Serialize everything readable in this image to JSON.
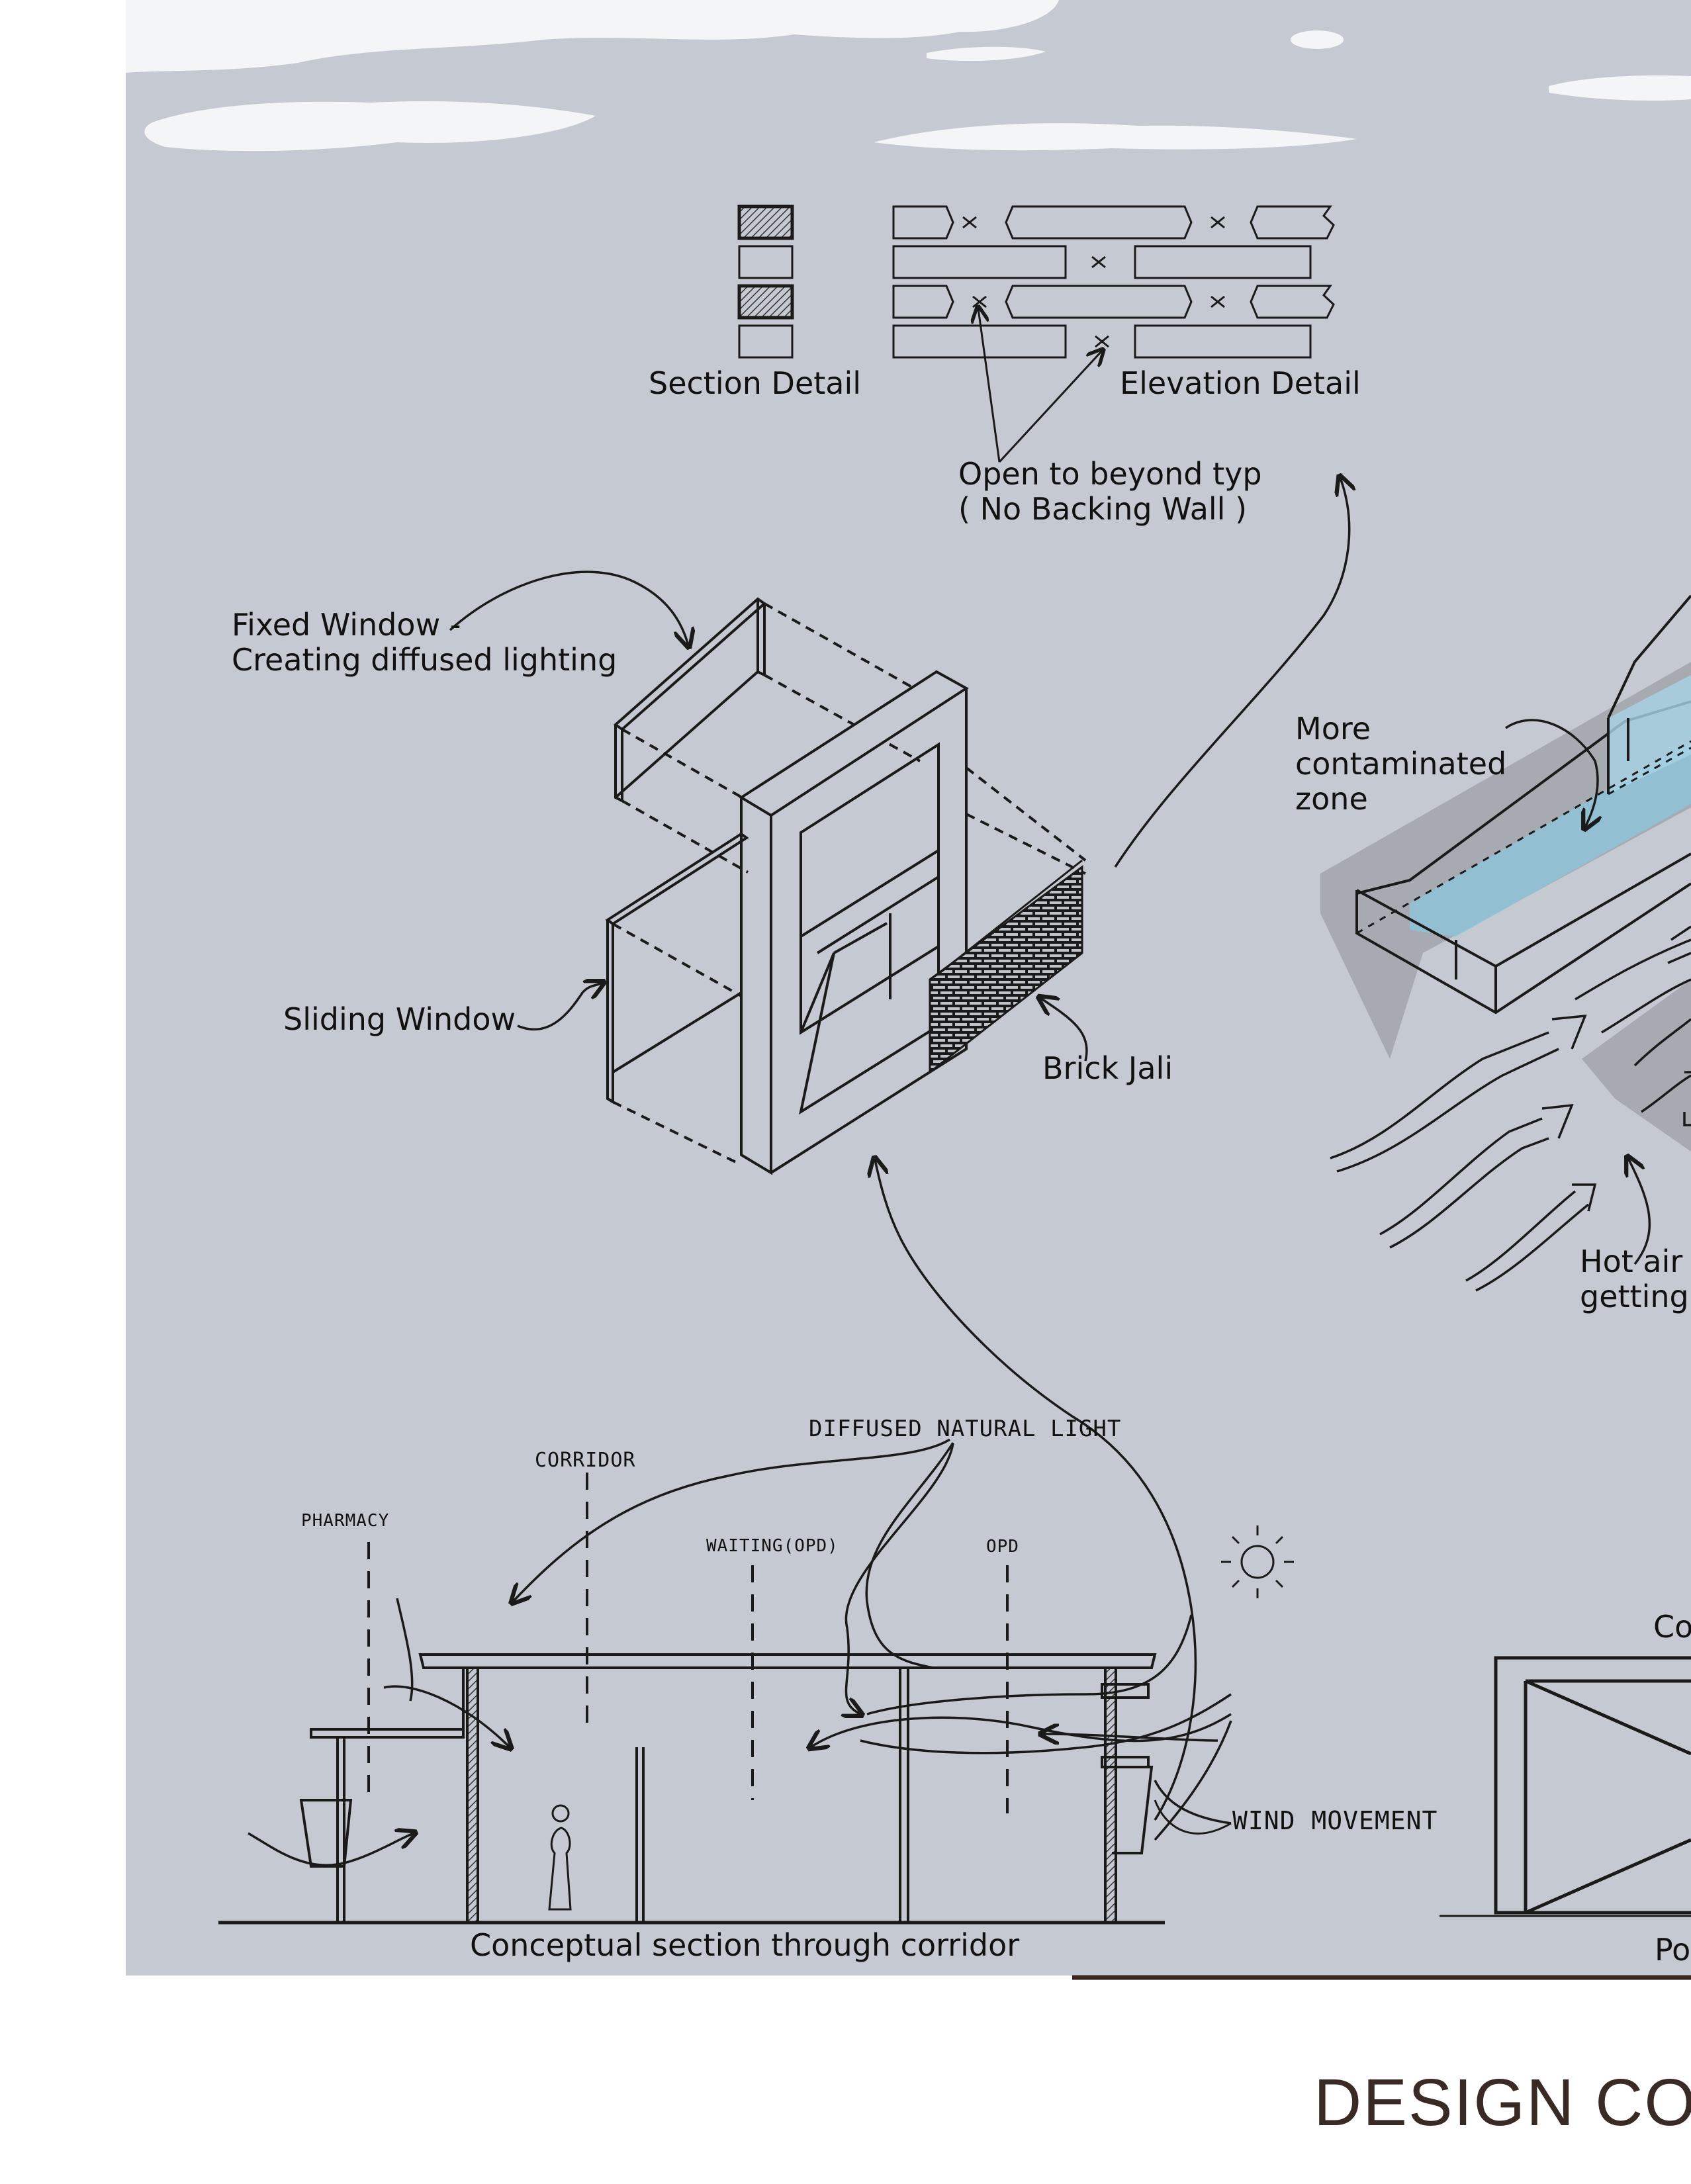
{
  "colors": {
    "paper": "#c5c9d1",
    "ink": "#1a1a1a",
    "glass": "#8fc4dc",
    "shadow": "#9ea2a8",
    "brown_rule": "#3a2520",
    "cloud": "#f4f5f7"
  },
  "top_detail": {
    "section_label": "Section Detail",
    "elevation_label": "Elevation Detail",
    "note_line1": "Open to beyond typ",
    "note_line2": "( No Backing Wall )"
  },
  "iso_window": {
    "fixed_line1": "Fixed Window -",
    "fixed_line2": "Creating diffused lighting",
    "sliding": "Sliding Window",
    "brick": "Brick Jali"
  },
  "right_diagram": {
    "zone_line1": "More",
    "zone_line2": "contaminated",
    "zone_line3": "zone",
    "hot_air_line1": "Hot air",
    "hot_air_line2": "getting",
    "partial_top": "Co",
    "partial_bottom": "Po"
  },
  "section": {
    "pharmacy": "PHARMACY",
    "corridor": "CORRIDOR",
    "waiting": "WAITING(OPD)",
    "opd": "OPD",
    "diffused_light": "DIFFUSED NATURAL LIGHT",
    "wind": "WIND MOVEMENT",
    "caption": "Conceptual section through corridor"
  },
  "footer_title": "DESIGN CON"
}
